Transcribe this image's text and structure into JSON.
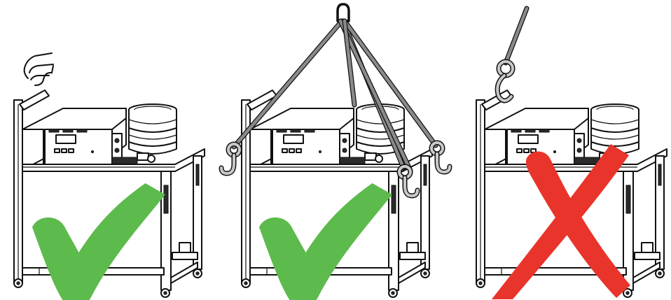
{
  "figure": {
    "panels": [
      {
        "id": "lift-by-handle",
        "verdict": "correct",
        "method": "hand-on-handle"
      },
      {
        "id": "lift-by-four-point-sling",
        "verdict": "correct",
        "method": "four-leg-sling"
      },
      {
        "id": "lift-by-single-hook",
        "verdict": "incorrect",
        "method": "single-hook-on-handle"
      }
    ],
    "colors": {
      "check_green": "#5dba4c",
      "cross_red": "#e8342b",
      "sling_gray": "#8a8a8a",
      "hook_gray": "#c9c9c9"
    },
    "icons": [
      "hand-icon",
      "checkmark-icon",
      "crossmark-icon",
      "lifting-ring-icon",
      "crane-hook-icon"
    ]
  }
}
